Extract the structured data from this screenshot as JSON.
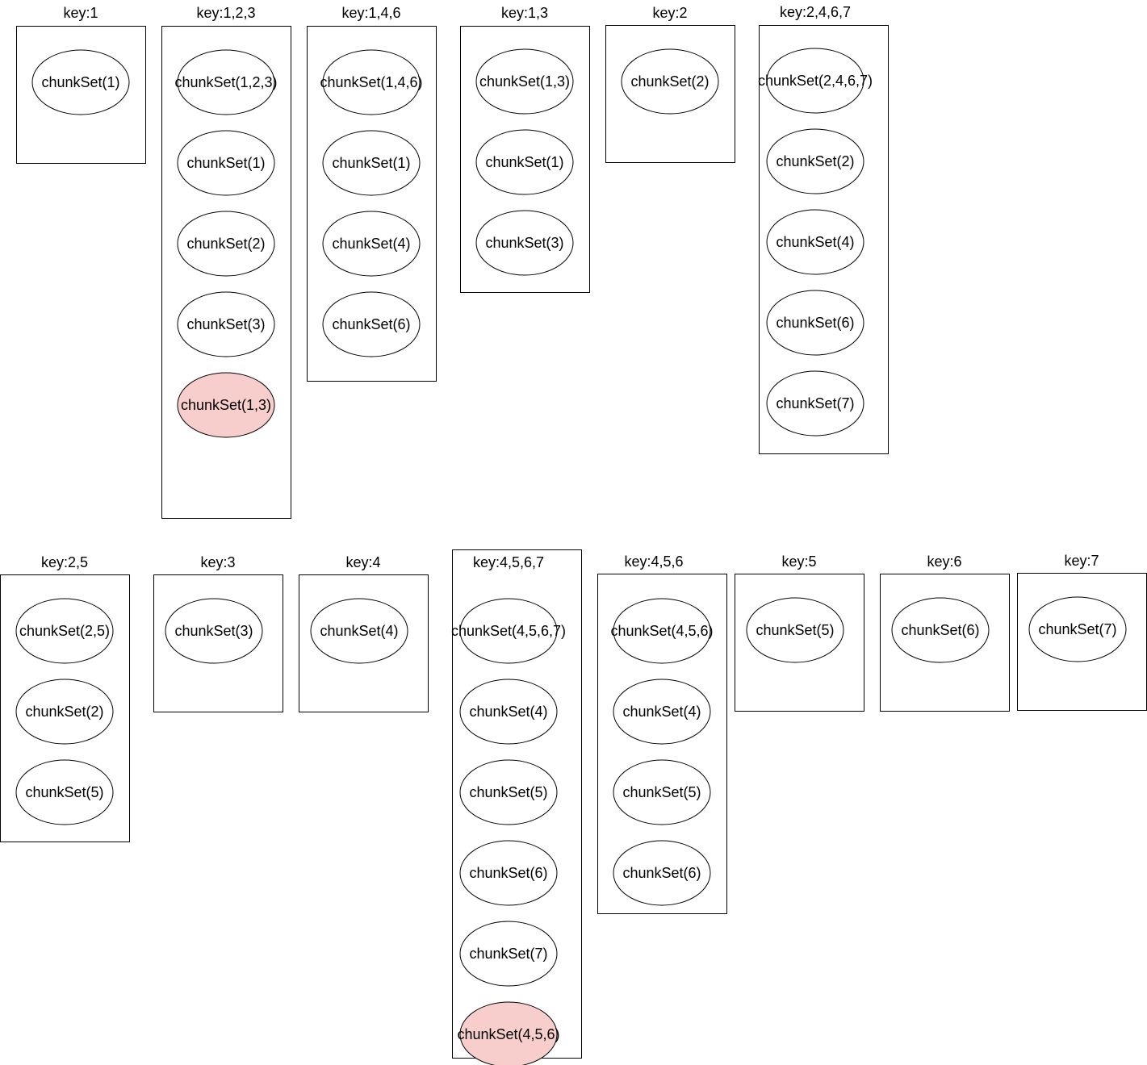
{
  "colors": {
    "node_fill": "#ffffff",
    "node_highlight_fill": "#f8cecc",
    "node_highlight_stroke": "#b85450",
    "stroke": "#000000"
  },
  "groups": [
    {
      "key": "key:1",
      "chunks": [
        {
          "label": "chunkSet(1)"
        }
      ]
    },
    {
      "key": "key:1,2,3",
      "chunks": [
        {
          "label": "chunkSet(1,2,3)"
        },
        {
          "label": "chunkSet(1)"
        },
        {
          "label": "chunkSet(2)"
        },
        {
          "label": "chunkSet(3)"
        },
        {
          "label": "chunkSet(1,3)",
          "highlight": true
        }
      ]
    },
    {
      "key": "key:1,4,6",
      "chunks": [
        {
          "label": "chunkSet(1,4,6)"
        },
        {
          "label": "chunkSet(1)"
        },
        {
          "label": "chunkSet(4)"
        },
        {
          "label": "chunkSet(6)"
        }
      ]
    },
    {
      "key": "key:1,3",
      "chunks": [
        {
          "label": "chunkSet(1,3)"
        },
        {
          "label": "chunkSet(1)"
        },
        {
          "label": "chunkSet(3)"
        }
      ]
    },
    {
      "key": "key:2",
      "chunks": [
        {
          "label": "chunkSet(2)"
        }
      ]
    },
    {
      "key": "key:2,4,6,7",
      "chunks": [
        {
          "label": "chunkSet(2,4,6,7)"
        },
        {
          "label": "chunkSet(2)"
        },
        {
          "label": "chunkSet(4)"
        },
        {
          "label": "chunkSet(6)"
        },
        {
          "label": "chunkSet(7)"
        }
      ]
    },
    {
      "key": "key:2,5",
      "chunks": [
        {
          "label": "chunkSet(2,5)"
        },
        {
          "label": "chunkSet(2)"
        },
        {
          "label": "chunkSet(5)"
        }
      ]
    },
    {
      "key": "key:3",
      "chunks": [
        {
          "label": "chunkSet(3)"
        }
      ]
    },
    {
      "key": "key:4",
      "chunks": [
        {
          "label": "chunkSet(4)"
        }
      ]
    },
    {
      "key": "key:4,5,6,7",
      "chunks": [
        {
          "label": "chunkSet(4,5,6,7)"
        },
        {
          "label": "chunkSet(4)"
        },
        {
          "label": "chunkSet(5)"
        },
        {
          "label": "chunkSet(6)"
        },
        {
          "label": "chunkSet(7)"
        },
        {
          "label": "chunkSet(4,5,6)",
          "highlight": true
        }
      ]
    },
    {
      "key": "key:4,5,6",
      "chunks": [
        {
          "label": "chunkSet(4,5,6)"
        },
        {
          "label": "chunkSet(4)"
        },
        {
          "label": "chunkSet(5)"
        },
        {
          "label": "chunkSet(6)"
        }
      ]
    },
    {
      "key": "key:5",
      "chunks": [
        {
          "label": "chunkSet(5)"
        }
      ]
    },
    {
      "key": "key:6",
      "chunks": [
        {
          "label": "chunkSet(6)"
        }
      ]
    },
    {
      "key": "key:7",
      "chunks": [
        {
          "label": "chunkSet(7)"
        }
      ]
    }
  ]
}
